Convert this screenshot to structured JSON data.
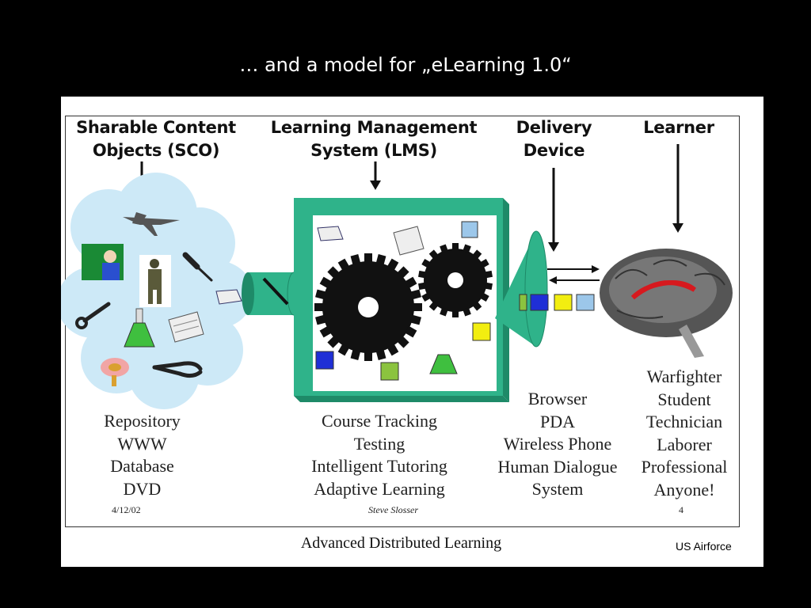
{
  "slide": {
    "title": "… and a model for „eLearning 1.0“"
  },
  "diagram": {
    "columns": [
      {
        "heading_line1": "Sharable Content",
        "heading_line2": "Objects (SCO)",
        "items": [
          "Repository",
          "WWW",
          "Database",
          "DVD"
        ]
      },
      {
        "heading_line1": "Learning Management",
        "heading_line2": "System (LMS)",
        "items": [
          "Course Tracking",
          "Testing",
          "Intelligent Tutoring",
          "Adaptive Learning"
        ]
      },
      {
        "heading_line1": "Delivery",
        "heading_line2": "Device",
        "items": [
          "Browser",
          "PDA",
          "Wireless Phone",
          "Human Dialogue",
          "System"
        ]
      },
      {
        "heading_line1": "Learner",
        "heading_line2": "",
        "items": [
          "Warfighter",
          "Student",
          "Technician",
          "Laborer",
          "Professional",
          "Anyone!"
        ]
      }
    ],
    "footer": {
      "date": "4/12/02",
      "author": "Steve Slosser",
      "page": "4",
      "organization": "Advanced Distributed Learning"
    },
    "colors": {
      "cloud": "#cde9f7",
      "lms_box": "#2fb38a",
      "lms_box_dark": "#1e8a68",
      "gear": "#111111",
      "brain_highlight": "#d6191e",
      "square_blue": "#1f2fd6",
      "square_yellow": "#f2ee10",
      "square_lightblue": "#9cc7ea",
      "square_green": "#8bc33f"
    }
  },
  "credit": "US Airforce"
}
